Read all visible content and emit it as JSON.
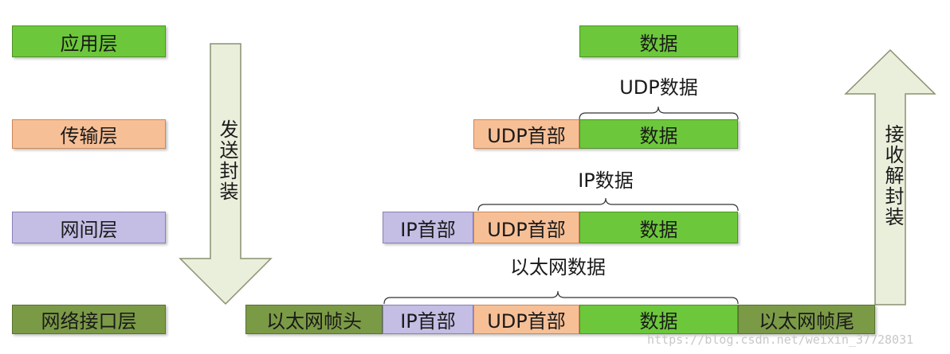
{
  "layers": {
    "application": "应用层",
    "transport": "传输层",
    "network": "网间层",
    "interface": "网络接口层"
  },
  "arrows": {
    "send": "发送封装",
    "receive": "接收解封装"
  },
  "row1": {
    "data": "数据"
  },
  "udp_data_label": "UDP数据",
  "row2": {
    "udp_header": "UDP首部",
    "data": "数据"
  },
  "ip_data_label": "IP数据",
  "row3": {
    "ip_header": "IP首部",
    "udp_header": "UDP首部",
    "data": "数据"
  },
  "ethernet_data_label": "以太网数据",
  "row4": {
    "eth_header": "以太网帧头",
    "ip_header": "IP首部",
    "udp_header": "UDP首部",
    "data": "数据",
    "eth_trailer": "以太网帧尾"
  },
  "watermark": "https://blog.csdn.net/weixin_37728031",
  "colors": {
    "data": "#6cc83a",
    "udp_header": "#f7bf96",
    "ip_header": "#c4bde4",
    "ethernet": "#7b9a46",
    "arrow": "#eaefdc"
  }
}
